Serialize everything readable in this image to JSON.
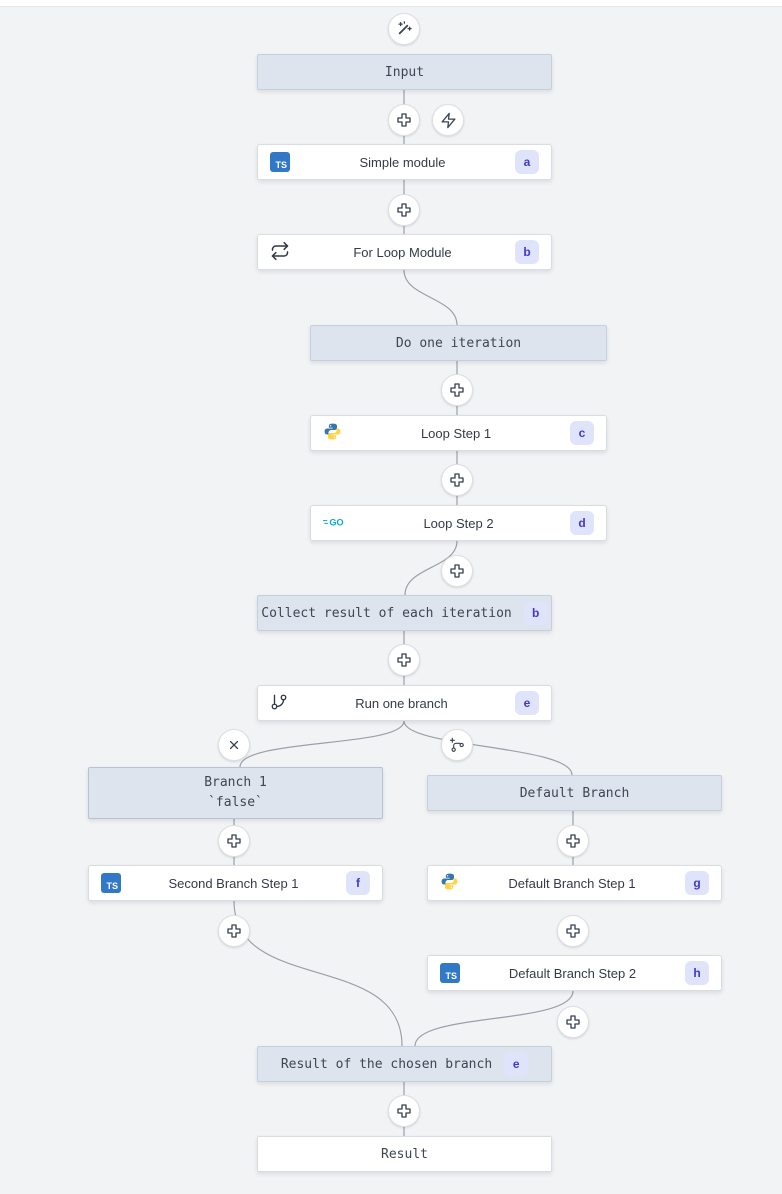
{
  "flow": {
    "nodes": [
      {
        "label": "Input"
      },
      {
        "label": "Simple module",
        "badge": "a",
        "lang": "typescript"
      },
      {
        "label": "For Loop Module",
        "badge": "b",
        "icon": "repeat"
      },
      {
        "label": "Do one iteration"
      },
      {
        "label": "Loop Step 1",
        "badge": "c",
        "lang": "python"
      },
      {
        "label": "Loop Step 2",
        "badge": "d",
        "lang": "go"
      },
      {
        "label": "Collect result of each iteration",
        "badge": "b"
      },
      {
        "label": "Run one branch",
        "badge": "e",
        "icon": "git-branch"
      },
      {
        "label": "Branch 1",
        "sublabel": "`false`"
      },
      {
        "label": "Default Branch"
      },
      {
        "label": "Second Branch Step 1",
        "badge": "f",
        "lang": "typescript"
      },
      {
        "label": "Default Branch Step 1",
        "badge": "g",
        "lang": "python"
      },
      {
        "label": "Default Branch Step 2",
        "badge": "h",
        "lang": "typescript"
      },
      {
        "label": "Result of the chosen branch",
        "badge": "e"
      },
      {
        "label": "Result"
      }
    ],
    "icons": {
      "ts_label": "TS",
      "go_label": "GO"
    },
    "colors": {
      "background": "#f2f3f5",
      "virtual_node_fill": "#dde4ed",
      "virtual_node_border": "#c6d0dc",
      "module_fill": "#ffffff",
      "module_border": "#d9dce1",
      "badge_bg": "#e0e4fb",
      "badge_text": "#4338ca",
      "edge": "#9aa0aa",
      "typescript_brand": "#3178c6",
      "python_brand_blue": "#3776ab",
      "python_brand_yellow": "#ffd343",
      "go_brand": "#00acd7"
    }
  }
}
